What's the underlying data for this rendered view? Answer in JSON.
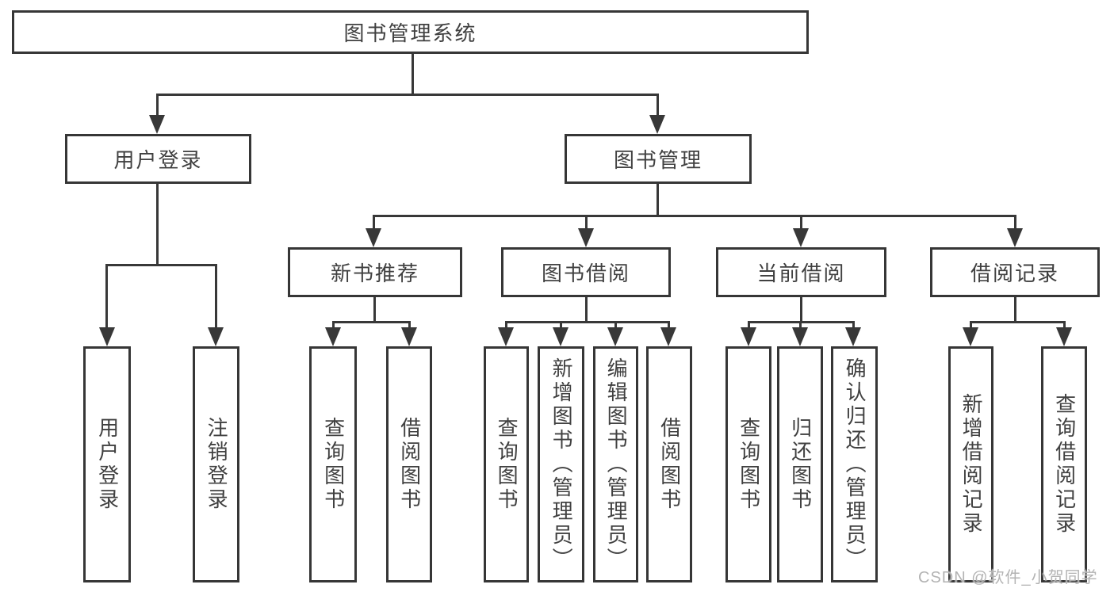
{
  "colors": {
    "line": "#383838",
    "box_border": "#363636",
    "text": "#404040",
    "watermark": "#b3b3b3",
    "background": "#ffffff"
  },
  "watermark": "CSDN @软件_小贺同学",
  "tree": {
    "root": {
      "label": "图书管理系统",
      "children": [
        {
          "label": "用户登录",
          "children": [
            {
              "label": "用户登录"
            },
            {
              "label": "注销登录"
            }
          ]
        },
        {
          "label": "图书管理",
          "children": [
            {
              "label": "新书推荐",
              "children": [
                {
                  "label": "查询图书"
                },
                {
                  "label": "借阅图书"
                }
              ]
            },
            {
              "label": "图书借阅",
              "children": [
                {
                  "label": "查询图书"
                },
                {
                  "label": "新增图书（管理员）"
                },
                {
                  "label": "编辑图书（管理员）"
                },
                {
                  "label": "借阅图书"
                }
              ]
            },
            {
              "label": "当前借阅",
              "children": [
                {
                  "label": "查询图书"
                },
                {
                  "label": "归还图书"
                },
                {
                  "label": "确认归还（管理员）"
                }
              ]
            },
            {
              "label": "借阅记录",
              "children": [
                {
                  "label": "新增借阅记录"
                },
                {
                  "label": "查询借阅记录"
                }
              ]
            }
          ]
        }
      ]
    }
  }
}
